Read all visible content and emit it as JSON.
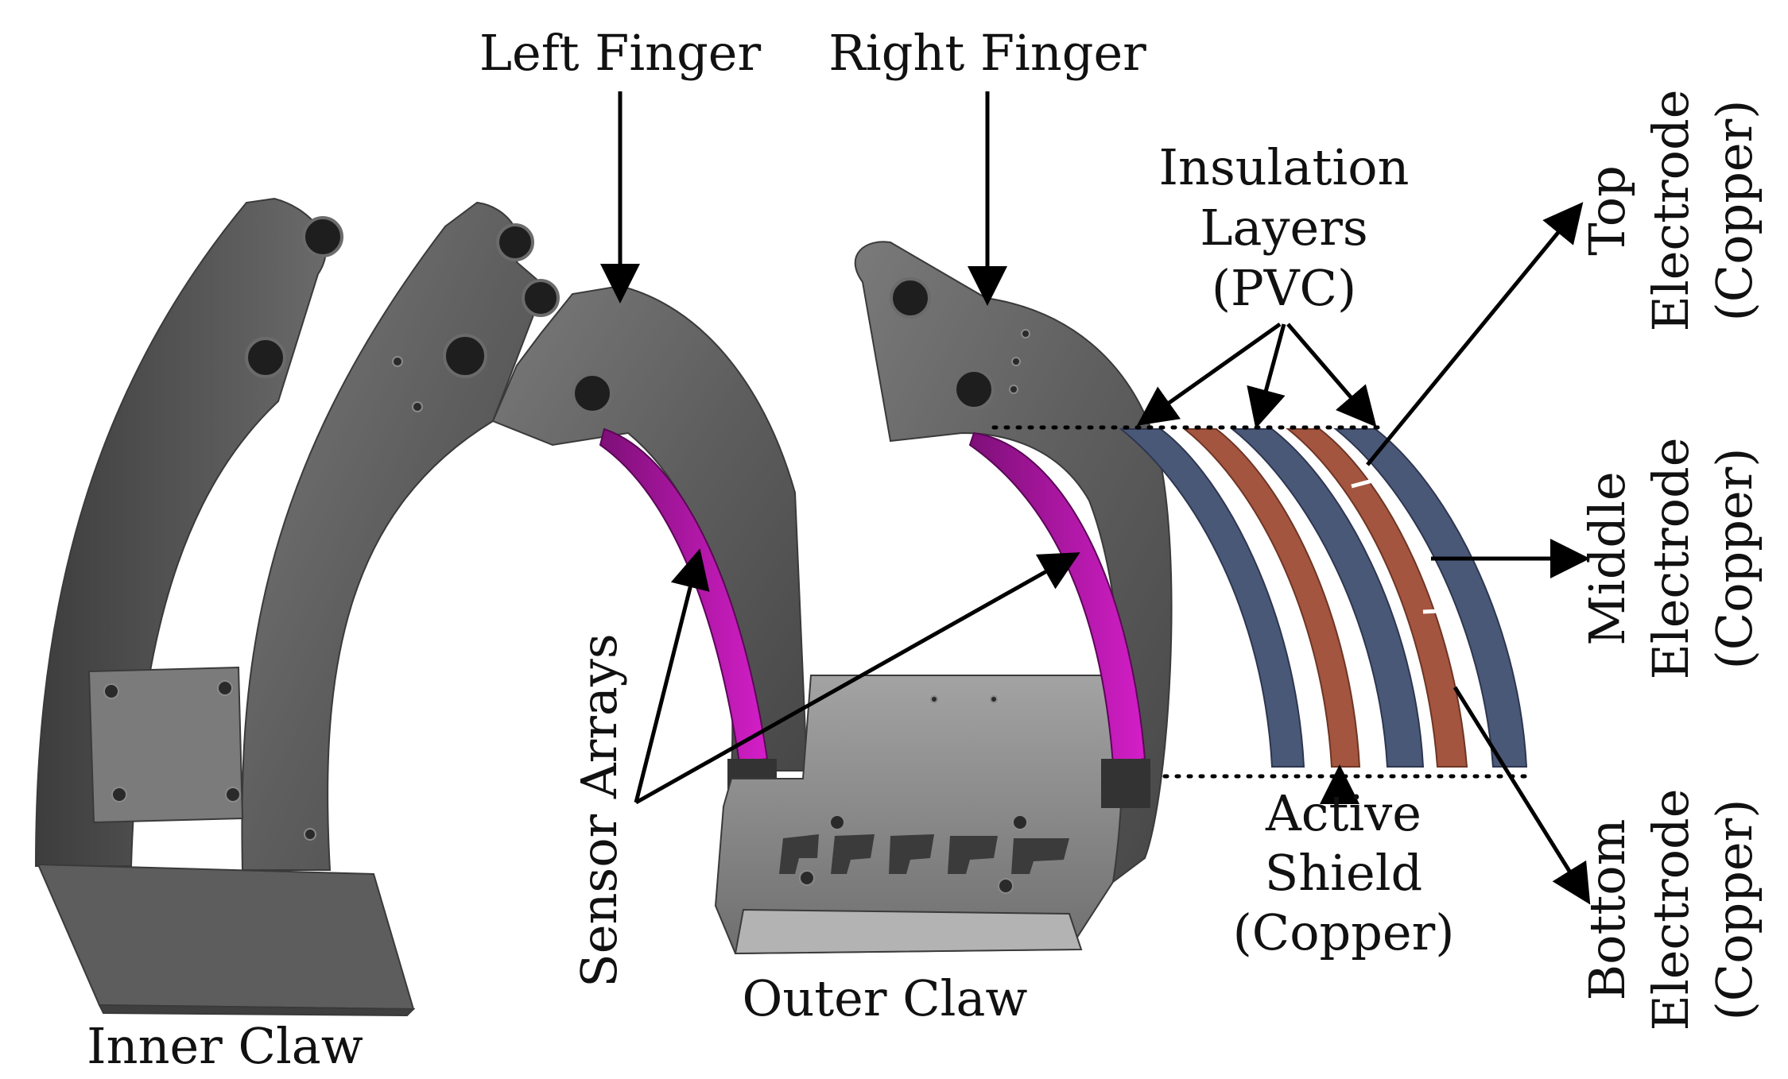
{
  "labels": {
    "left_finger": "Left Finger",
    "right_finger": "Right Finger",
    "insulation_1": "Insulation",
    "insulation_2": "Layers",
    "insulation_3": "(PVC)",
    "top_electrode_1": "Top",
    "top_electrode_2": "Electrode",
    "top_electrode_3": "(Copper)",
    "middle_electrode_1": "Middle",
    "middle_electrode_2": "Electrode",
    "middle_electrode_3": "(Copper)",
    "bottom_electrode_1": "Bottom",
    "bottom_electrode_2": "Electrode",
    "bottom_electrode_3": "(Copper)",
    "active_shield_1": "Active",
    "active_shield_2": "Shield",
    "active_shield_3": "(Copper)",
    "sensor_arrays": "Sensor Arrays",
    "outer_claw": "Outer Claw",
    "inner_claw": "Inner Claw"
  },
  "colors": {
    "metal_light": "#8c8c8c",
    "metal_dark": "#4d4d4d",
    "sensor_magenta": "#c417b8",
    "insulation_pvc": "#4a5878",
    "electrode_copper": "#a4553f"
  }
}
